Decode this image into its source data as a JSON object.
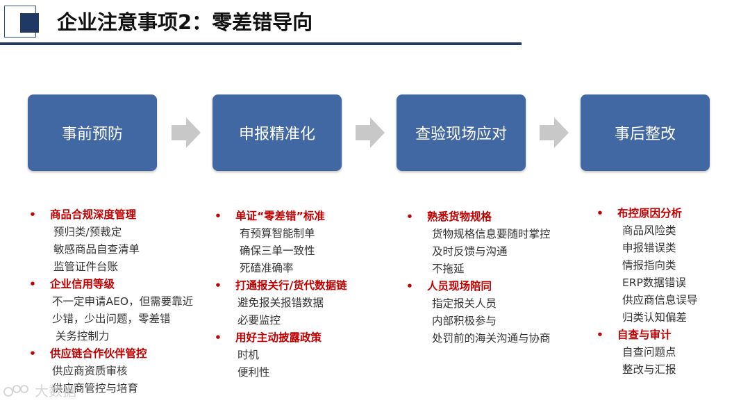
{
  "page": {
    "title": "企业注意事项2：零差错导向"
  },
  "stages": [
    {
      "label": "事前预防"
    },
    {
      "label": "申报精准化"
    },
    {
      "label": "查验现场应对"
    },
    {
      "label": "事后整改"
    }
  ],
  "columns": [
    {
      "sections": [
        {
          "heading": "商品合规深度管理",
          "items": [
            "预归类/预裁定",
            "敏感商品自查清单",
            "监管证件台账"
          ]
        },
        {
          "heading": "企业信用等级",
          "items": [
            "不一定申请AEO，但需要靠近",
            "少错，少出问题，零差错",
            " 关务控制力"
          ]
        },
        {
          "heading": "供应链合作伙伴管控",
          "items": [
            "供应商资质审核",
            "供应商管控与培育"
          ]
        }
      ]
    },
    {
      "sections": [
        {
          "heading": "单证“零差错”标准",
          "items": [
            "有预算智能制单",
            "确保三单一致性",
            "死磕准确率"
          ]
        },
        {
          "heading": "打通报关行/货代数据链",
          "items": [
            "避免报关报错数据",
            "必要监控"
          ]
        },
        {
          "heading": "用好主动披露政策",
          "items": [
            "时机",
            "便利性"
          ]
        }
      ]
    },
    {
      "sections": [
        {
          "heading": "熟悉货物规格",
          "items": [
            "货物规格信息要随时掌控",
            "及时反馈与沟通",
            "不拖延"
          ]
        },
        {
          "heading": "人员现场陪同",
          "items": [
            "指定报关人员",
            "内部积极参与",
            "处罚前的海关沟通与协商"
          ]
        }
      ]
    },
    {
      "sections": [
        {
          "heading": "布控原因分析",
          "items": [
            "商品风险类",
            "申报错误类",
            "情报指向类",
            "ERP数据错误",
            "供应商信息误导",
            "归类认知偏差"
          ]
        },
        {
          "heading": "自查与审计",
          "items": [
            "自查问题点",
            "整改与汇报"
          ]
        }
      ]
    }
  ],
  "bullet": "•",
  "watermark": {
    "text": "大数据"
  },
  "colors": {
    "stage_fill": "#4268a4",
    "heading_red": "#c00000",
    "title_rule": "#1f3864",
    "arrow_gray": "#c8c8c8"
  }
}
